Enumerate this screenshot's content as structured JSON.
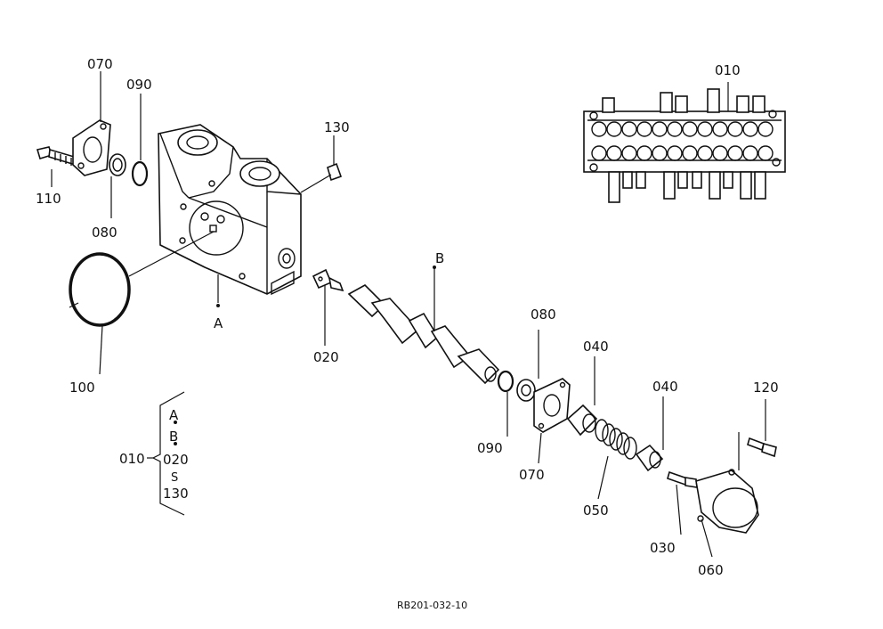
{
  "labels": {
    "p070_top": "070",
    "p090_top": "090",
    "p110": "110",
    "p080_top": "080",
    "p130": "130",
    "p100": "100",
    "mark_a": "A",
    "mark_b": "B",
    "p020": "020",
    "p080_mid": "080",
    "p040_a": "040",
    "p040_b": "040",
    "p090_mid": "090",
    "p070_mid": "070",
    "p050": "050",
    "p030": "030",
    "p060": "060",
    "p120": "120",
    "p010_top": "010",
    "p010_group": "010",
    "group_a": "A",
    "group_b": "B",
    "group_020": "020",
    "group_tilde": "S",
    "group_130": "130",
    "footer": "RB201-032-10"
  }
}
